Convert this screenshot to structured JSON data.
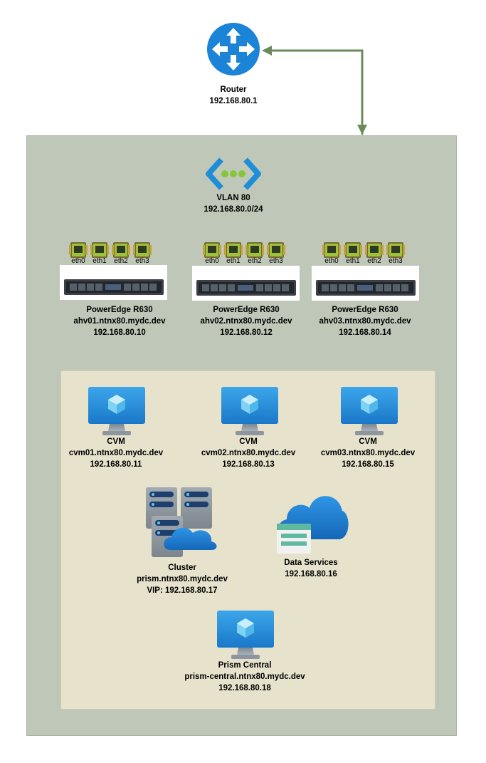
{
  "router": {
    "title": "Router",
    "ip": "192.168.80.1",
    "icon": "router-icon"
  },
  "vlan": {
    "title": "VLAN 80",
    "subnet": "192.168.80.0/24",
    "icon": "vlan-icon"
  },
  "nics": [
    "eth0",
    "eth1",
    "eth2",
    "eth3"
  ],
  "hosts": [
    {
      "model": "PowerEdge R630",
      "fqdn": "ahv01.ntnx80.mydc.dev",
      "ip": "192.168.80.10"
    },
    {
      "model": "PowerEdge R630",
      "fqdn": "ahv02.ntnx80.mydc.dev",
      "ip": "192.168.80.12"
    },
    {
      "model": "PowerEdge R630",
      "fqdn": "ahv03.ntnx80.mydc.dev",
      "ip": "192.168.80.14"
    }
  ],
  "cvms": [
    {
      "title": "CVM",
      "fqdn": "cvm01.ntnx80.mydc.dev",
      "ip": "192.168.80.11"
    },
    {
      "title": "CVM",
      "fqdn": "cvm02.ntnx80.mydc.dev",
      "ip": "192.168.80.13"
    },
    {
      "title": "CVM",
      "fqdn": "cvm03.ntnx80.mydc.dev",
      "ip": "192.168.80.15"
    }
  ],
  "cluster": {
    "title": "Cluster",
    "fqdn": "prism.ntnx80.mydc.dev",
    "vip": "VIP: 192.168.80.17"
  },
  "data_services": {
    "title": "Data Services",
    "ip": "192.168.80.16"
  },
  "prism_central": {
    "title": "Prism Central",
    "fqdn": "prism-central.ntnx80.mydc.dev",
    "ip": "192.168.80.18"
  },
  "colors": {
    "outer_bg": "#bfc8b8",
    "inner_bg": "#e6e2cc",
    "link": "#6b8a5a",
    "azure_blue": "#1f8ed8"
  }
}
